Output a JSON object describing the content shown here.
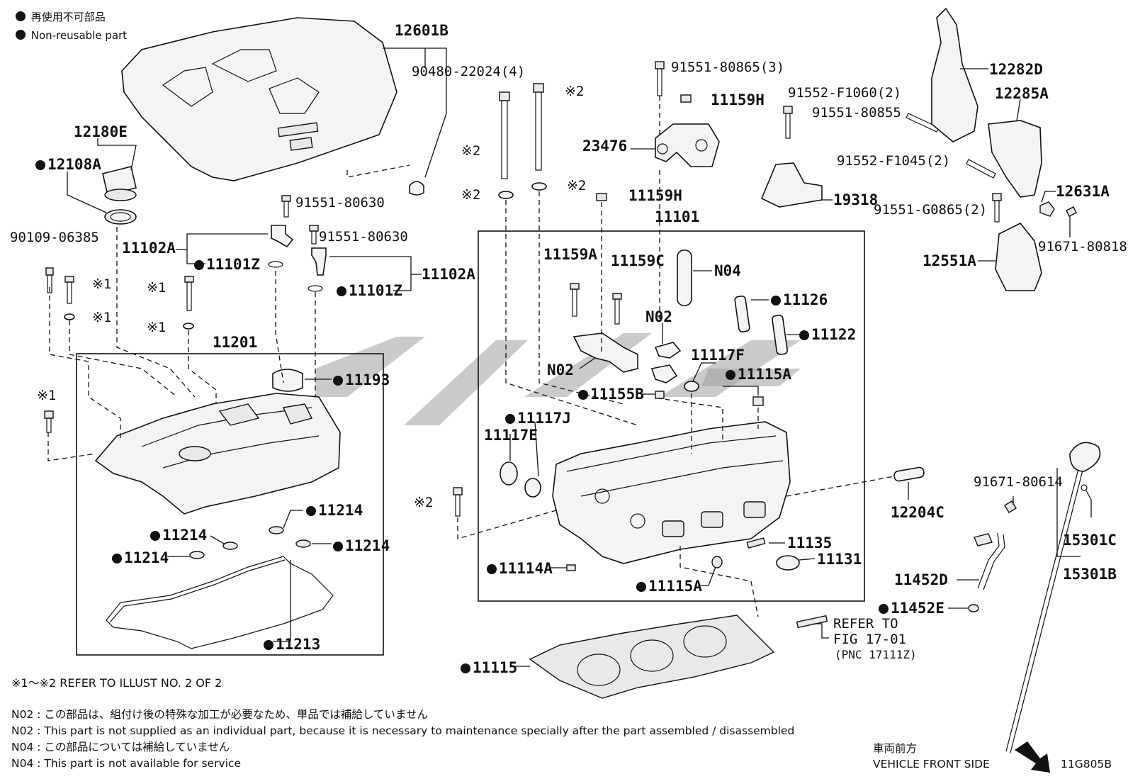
{
  "legend": {
    "nonreusable_ja": "再使用不可部品",
    "nonreusable_en": "Non-reusable part"
  },
  "labels": {
    "l12601B": "12601B",
    "l90480": "90480-22024(4)",
    "l12180E": "12180E",
    "l12108A": "12108A",
    "l91551_80630a": "91551-80630",
    "l91551_80630b": "91551-80630",
    "l11102A_left": "11102A",
    "l11101Z_left": "11101Z",
    "l11102A_right": "11102A",
    "l11101Z_right": "11101Z",
    "l90109": "90109-06385",
    "l11201": "11201",
    "l11193": "11193",
    "l11214_a": "11214",
    "l11214_b": "11214",
    "l11214_c": "11214",
    "l11214_d": "11214",
    "l11213": "11213",
    "lx2_a": "※2",
    "lx2_b": "※2",
    "lx2_c": "※2",
    "lx2_d": "※2",
    "lx2_e": "※2",
    "lx1_a": "※1",
    "lx1_b": "※1",
    "lx1_c": "※1",
    "lx1_d": "※1",
    "lx1_e": "※1",
    "l91551_80865_3": "91551-80865(3)",
    "l11159H_a": "11159H",
    "l23476": "23476",
    "l11159H_b": "11159H",
    "l11101": "11101",
    "l11159A": "11159A",
    "l11159C": "11159C",
    "lN04": "N04",
    "lN02_a": "N02",
    "lN02_b": "N02",
    "l11126": "11126",
    "l11122": "11122",
    "l11117F": "11117F",
    "l11115A_a": "11115A",
    "l11155B": "11155B",
    "l11117J": "11117J",
    "l11117E": "11117E",
    "l11135": "11135",
    "l11131": "11131",
    "l11114A": "11114A",
    "l11115A_b": "11115A",
    "l11115": "11115",
    "lRefer1": "REFER TO",
    "lRefer2": "FIG 17-01",
    "lRefer3": "(PNC 17111Z)",
    "l12204C": "12204C",
    "l91552_F1060": "91552-F1060(2)",
    "l91551_80855": "91551-80855",
    "l19318": "19318",
    "l12282D": "12282D",
    "l12285A": "12285A",
    "l91552_F1045": "91552-F1045(2)",
    "l91551_G0865": "91551-G0865(2)",
    "l12631A": "12631A",
    "l91671_80818": "91671-80818",
    "l12551A": "12551A",
    "l91671_80614": "91671-80614",
    "l15301C": "15301C",
    "l15301B": "15301B",
    "l11452D": "11452D",
    "l11452E": "11452E"
  },
  "notes": {
    "refer_illust": "※1～※2  REFER TO ILLUST NO. 2 OF 2",
    "n02_ja": "N02 : この部品は、組付け後の特殊な加工が必要なため、単品では補給していません",
    "n02_en": "N02 : This part is not supplied as an individual part, because it is necessary to maintenance specially after the part assembled / disassembled",
    "n04_ja": "N04 : この部品については補給していません",
    "n04_en": "N04 : This part is not available for service",
    "front_ja": "車両前方",
    "front_en": "VEHICLE FRONT SIDE",
    "illust_no": "11G805B"
  },
  "colors": {
    "ink": "#111111",
    "part_fill": "#f4f4f4",
    "watermark": "#9e9e9e"
  }
}
